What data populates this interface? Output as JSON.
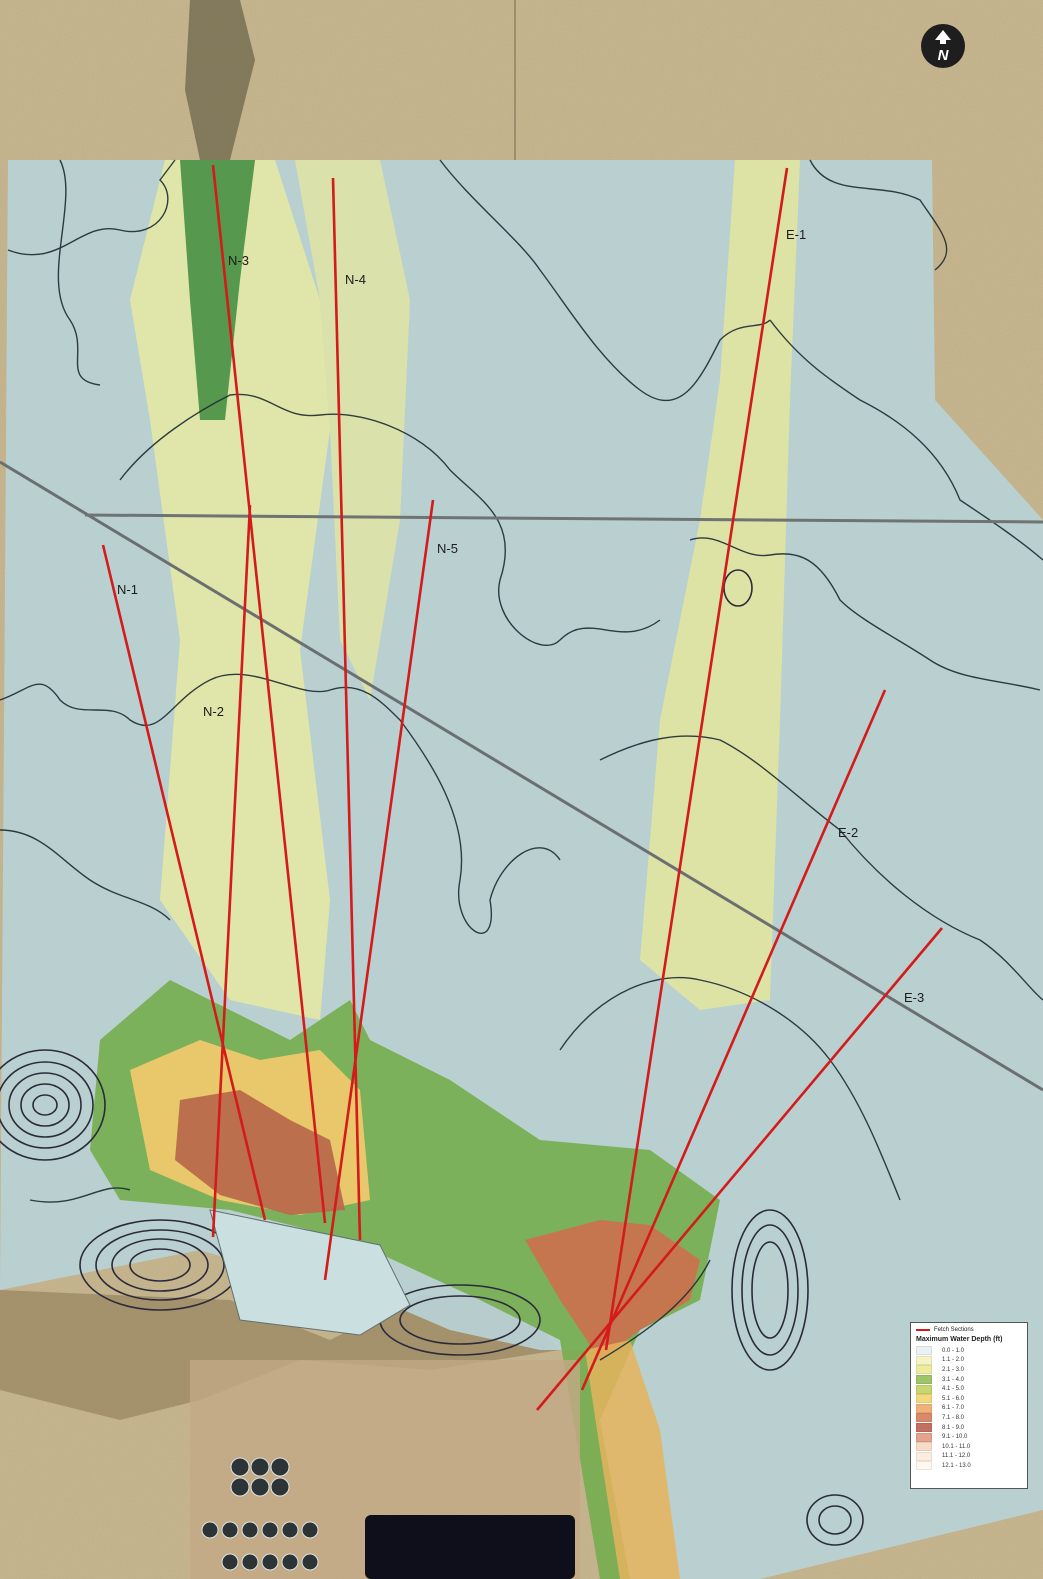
{
  "map": {
    "sections": [
      {
        "id": "N-1",
        "label": "N-1"
      },
      {
        "id": "N-2",
        "label": "N-2"
      },
      {
        "id": "N-3",
        "label": "N-3"
      },
      {
        "id": "N-4",
        "label": "N-4"
      },
      {
        "id": "N-5",
        "label": "N-5"
      },
      {
        "id": "E-1",
        "label": "E-1"
      },
      {
        "id": "E-2",
        "label": "E-2"
      },
      {
        "id": "E-3",
        "label": "E-3"
      }
    ],
    "north_arrow": {
      "letter": "N"
    }
  },
  "legend": {
    "line_label": "Fetch Sections",
    "title": "Maximum Water Depth (ft)",
    "classes": [
      {
        "range": "0.0 - 1.0",
        "color": "#e9f1f3"
      },
      {
        "range": "1.1 - 2.0",
        "color": "#f4f3c4"
      },
      {
        "range": "2.1 - 3.0",
        "color": "#ecec9c"
      },
      {
        "range": "3.1 - 4.0",
        "color": "#9fc46a"
      },
      {
        "range": "4.1 - 5.0",
        "color": "#c7d671"
      },
      {
        "range": "5.1 - 6.0",
        "color": "#f2d97c"
      },
      {
        "range": "6.1 - 7.0",
        "color": "#f1b27a"
      },
      {
        "range": "7.1 - 8.0",
        "color": "#d98a6a"
      },
      {
        "range": "8.1 - 9.0",
        "color": "#c37063"
      },
      {
        "range": "9.1 - 10.0",
        "color": "#e4a48c"
      },
      {
        "range": "10.1 - 11.0",
        "color": "#f6ddc8"
      },
      {
        "range": "11.1 - 12.0",
        "color": "#fbeee0"
      },
      {
        "range": "12.1 - 13.0",
        "color": "#fff8ef"
      }
    ]
  }
}
